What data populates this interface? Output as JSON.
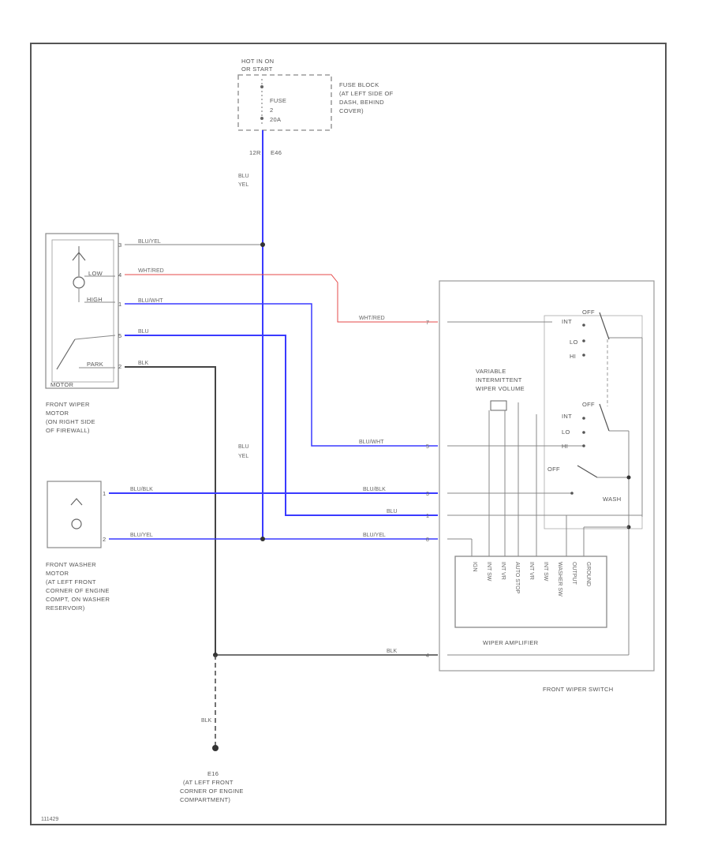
{
  "fuse_block": {
    "hot": [
      "HOT IN ON",
      "OR START"
    ],
    "fuse_label": "FUSE",
    "fuse_num": "2",
    "fuse_amp": "20A",
    "location": [
      "FUSE BLOCK",
      "(AT LEFT SIDE OF",
      "DASH, BEHIND",
      "COVER)"
    ],
    "connector": "12R",
    "pin": "E46"
  },
  "wire_colors": {
    "main_feed": [
      "BLU",
      "YEL"
    ],
    "mid_feed": [
      "BLU",
      "YEL"
    ],
    "ground": "BLK",
    "blu_yel": "BLU/YEL",
    "wht_red": "WHT/RED",
    "blu_wht": "BLU/WHT",
    "blu": "BLU",
    "blk": "BLK",
    "blu_blk": "BLU/BLK"
  },
  "wiper_motor": {
    "label": [
      "FRONT WIPER",
      "MOTOR",
      "(ON RIGHT SIDE",
      "OF FIREWALL)"
    ],
    "low": "LOW",
    "high": "HIGH",
    "motor": "MOTOR",
    "park": "PARK",
    "pins": [
      "3",
      "4",
      "1",
      "5",
      "2"
    ]
  },
  "washer_motor": {
    "label": [
      "FRONT WASHER",
      "MOTOR",
      "(AT LEFT FRONT",
      "CORNER OF ENGINE",
      "COMPT, ON WASHER",
      "RESERVOIR)"
    ],
    "pins": [
      "1",
      "2"
    ]
  },
  "switch": {
    "label": "FRONT WIPER SWITCH",
    "variable_label": [
      "VARIABLE",
      "INTERMITTENT",
      "WIPER VOLUME"
    ],
    "positions_top": [
      "OFF",
      "INT",
      "LO",
      "HI"
    ],
    "positions_mid": [
      "OFF",
      "INT",
      "LO",
      "HI"
    ],
    "washer_off": "OFF",
    "wash": "WASH",
    "pin_labels": [
      "7",
      "5",
      "3",
      "1",
      "8",
      "4"
    ],
    "amplifier": "WIPER AMPLIFIER",
    "amp_terms": [
      "IGN",
      "INT SW",
      "INT VR",
      "AUTO STOP",
      "INT VR",
      "INT SW",
      "WASHER SW",
      "OUTPUT",
      "GROUND"
    ]
  },
  "ground": {
    "id": "E16",
    "location": [
      "(AT LEFT FRONT",
      "CORNER OF ENGINE",
      "COMPARTMENT)"
    ]
  },
  "figure_id": "111429",
  "colors": {
    "blue": "#3a3aff",
    "red": "#e64a4a",
    "dark": "#444444",
    "gray": "#9a9a9a"
  }
}
